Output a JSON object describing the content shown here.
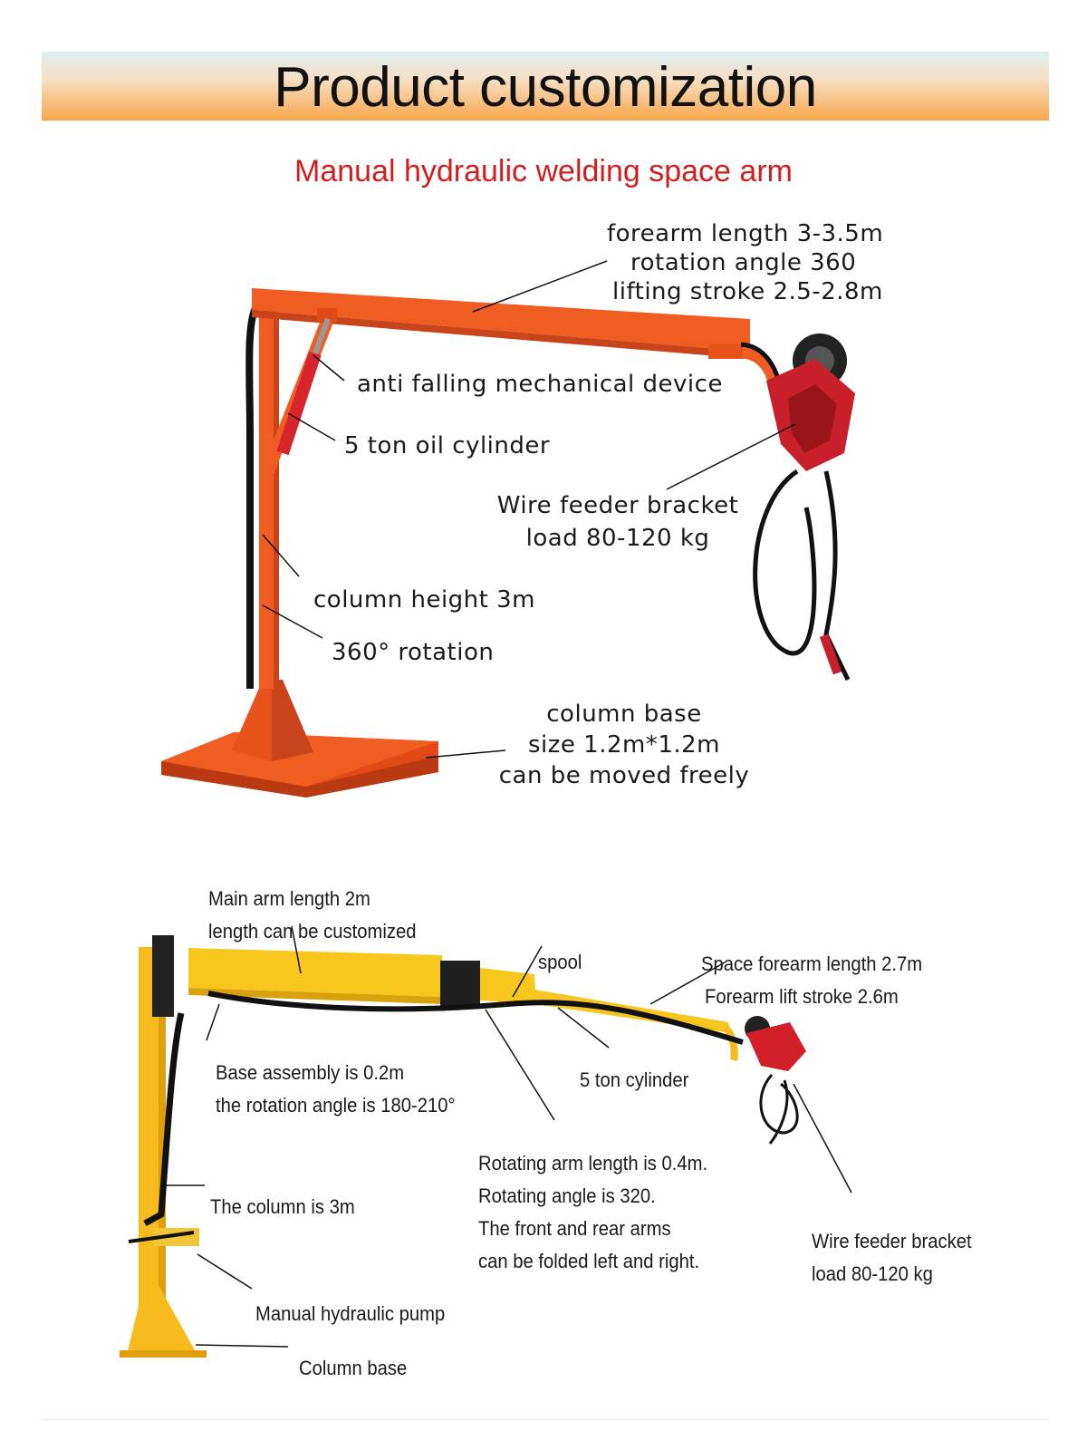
{
  "header": {
    "title": "Product customization",
    "subtitle": "Manual hydraulic welding space arm"
  },
  "colors": {
    "banner_top": "#dfeff3",
    "banner_bottom": "#f7a64a",
    "subtitle": "#d11e1e",
    "arm_orange": "#f0561e",
    "arm_yellow": "#f7bb1e",
    "feeder_red": "#c8202a"
  },
  "top_diagram": {
    "forearm": [
      "forearm length 3-3.5m",
      "rotation angle 360",
      "lifting stroke 2.5-2.8m"
    ],
    "anti_falling": "anti falling mechanical device",
    "oil_cylinder": "5 ton oil cylinder",
    "wire_feeder": [
      "Wire feeder bracket",
      "load 80-120 kg"
    ],
    "column_height": "column height 3m",
    "rotation": "360° rotation",
    "column_base": [
      "column base",
      "size 1.2m*1.2m",
      "can be moved freely"
    ]
  },
  "bottom_diagram": {
    "main_arm": [
      "Main arm length 2m",
      "length can be customized"
    ],
    "spool": "spool",
    "space_forearm": [
      "Space forearm length 2.7m",
      "Forearm lift stroke 2.6m"
    ],
    "base_assembly": [
      "Base assembly is 0.2m",
      "the rotation angle is 180-210°"
    ],
    "cylinder": "5 ton cylinder",
    "rotating_arm": [
      "Rotating arm length is 0.4m.",
      "Rotating angle is 320.",
      "The front and rear arms",
      "can be folded left and right."
    ],
    "column": "The column is 3m",
    "wire_feeder": [
      "Wire feeder bracket",
      "load 80-120 kg"
    ],
    "pump": "Manual hydraulic pump",
    "column_base": "Column base"
  }
}
